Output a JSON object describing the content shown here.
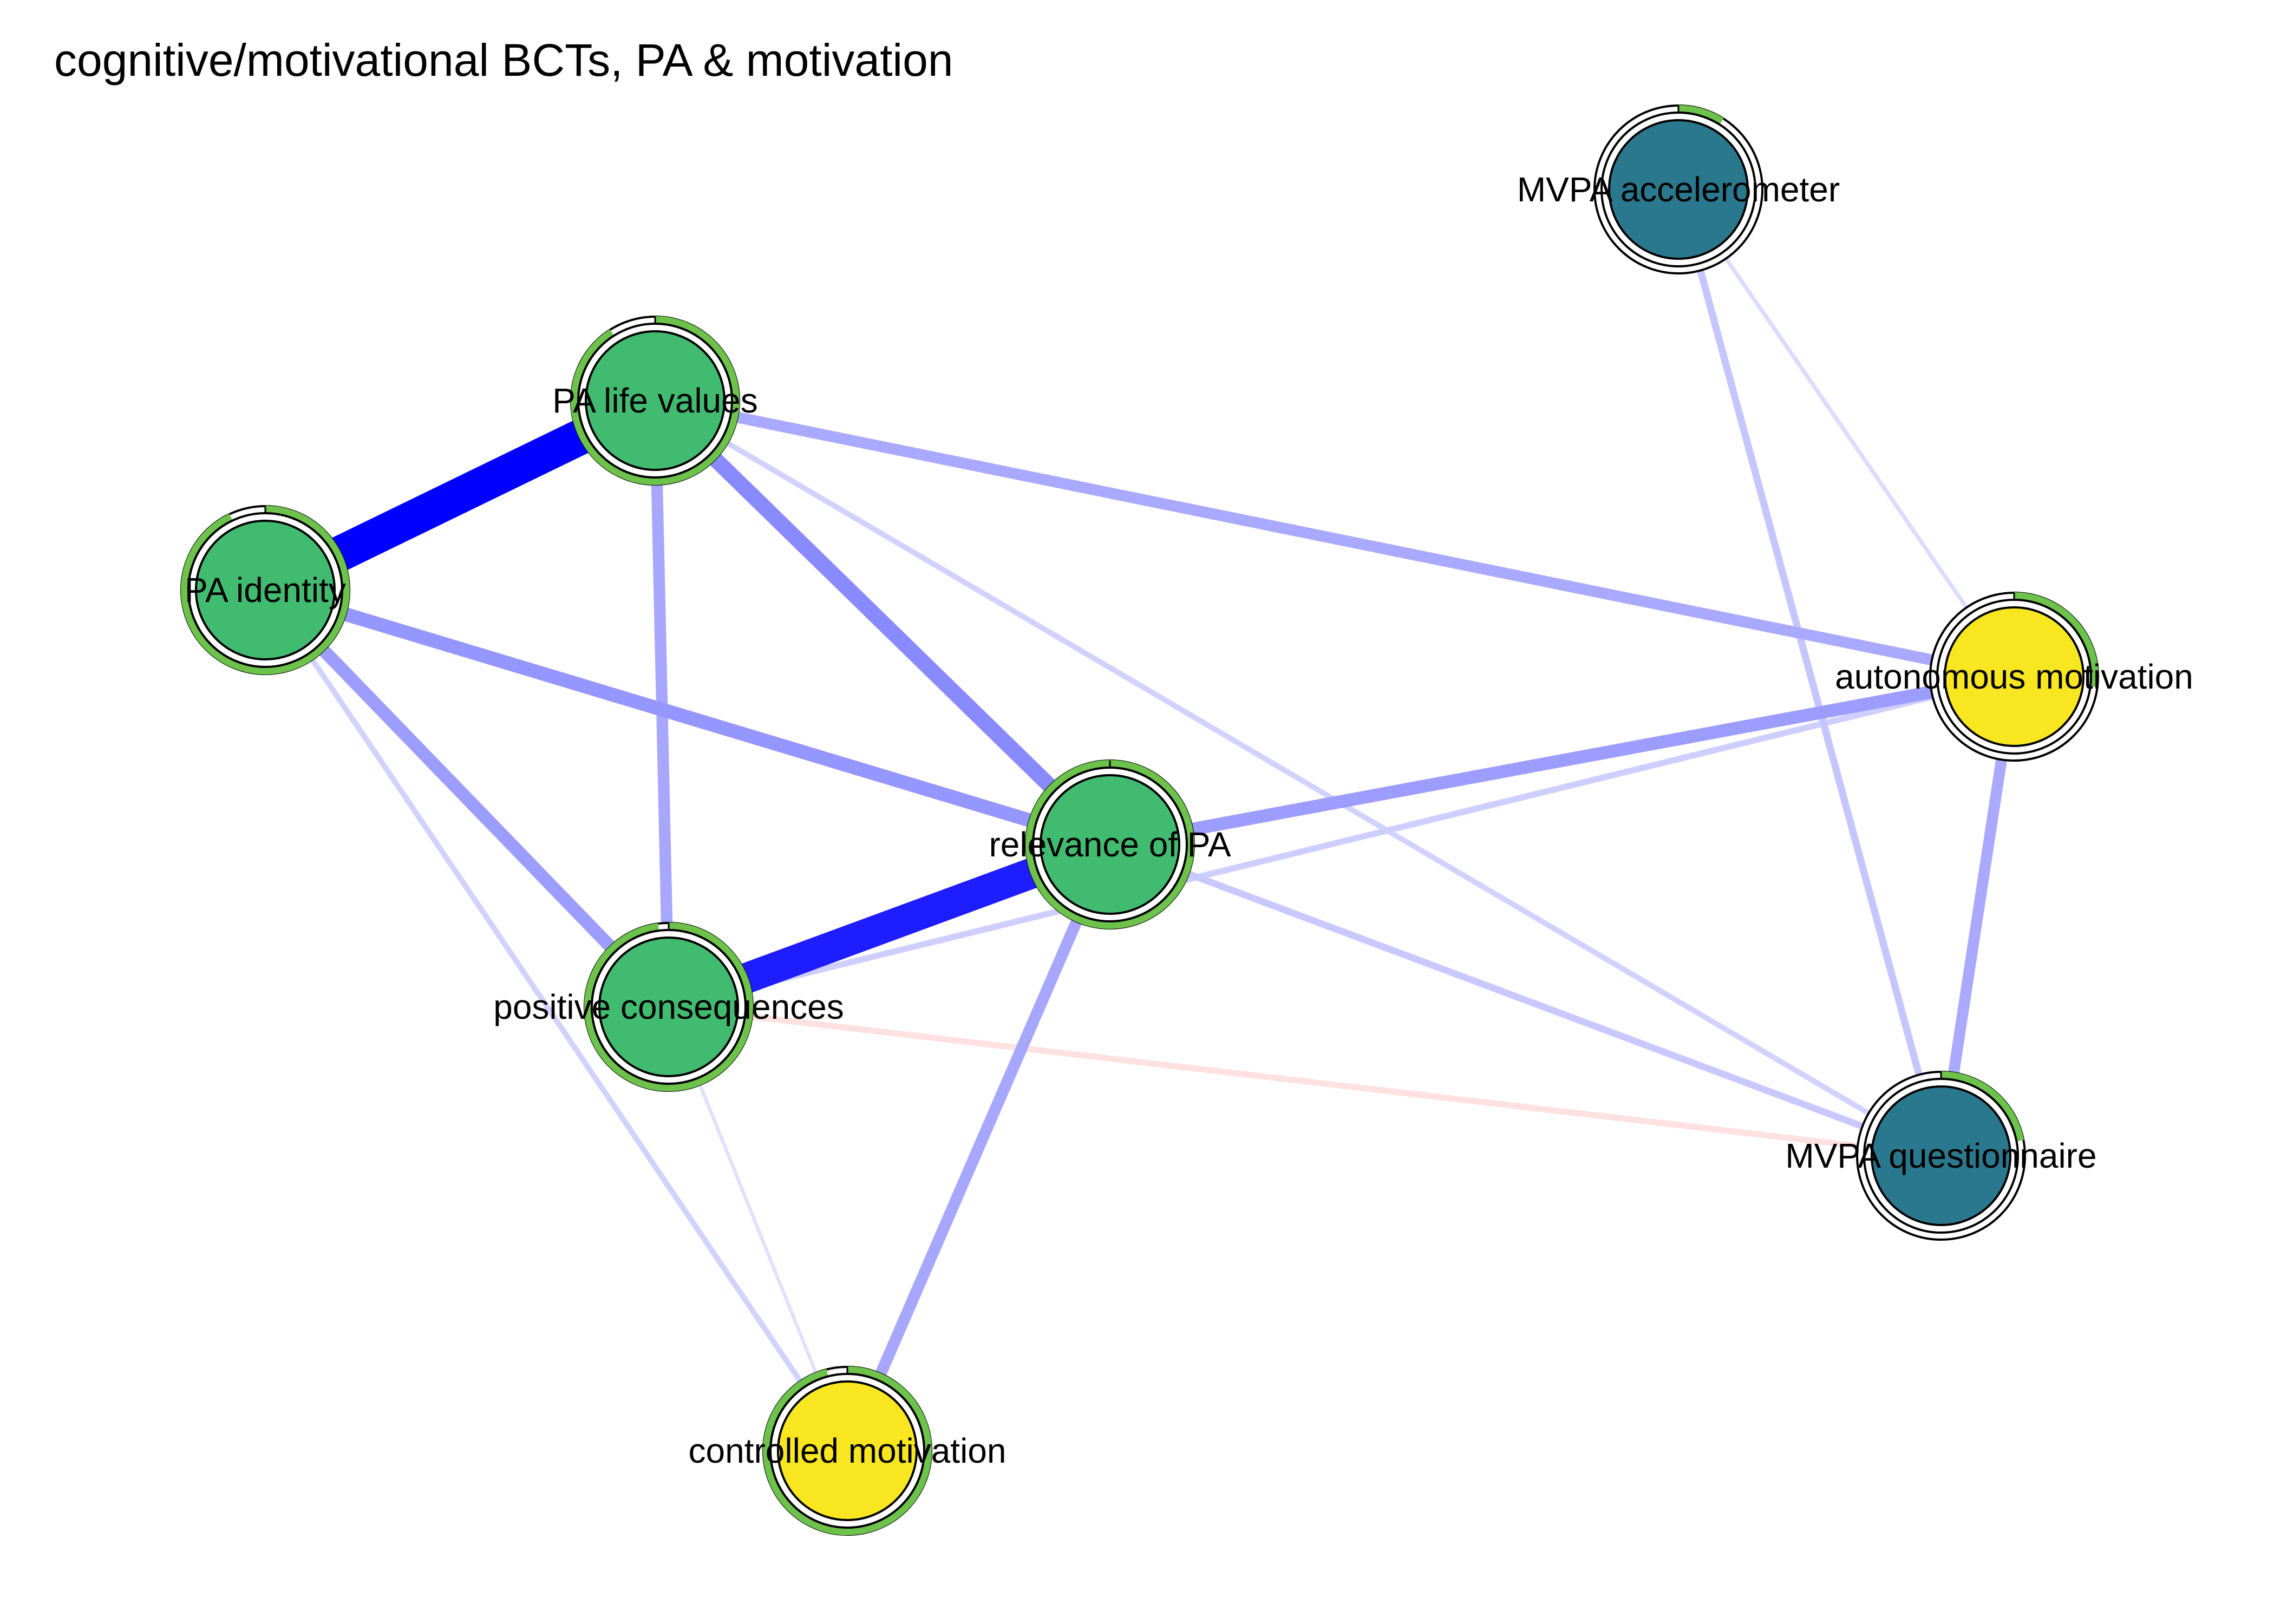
{
  "title": "cognitive/motivational BCTs, PA & motivation",
  "pie_color": "#6cc24a",
  "edge_colors": {
    "positive": "#0000ff",
    "negative": "#ff6666"
  },
  "nodes": [
    {
      "id": "pa-life-values",
      "label": "PA life values",
      "color": "#41bb70",
      "pie": 0.91
    },
    {
      "id": "pa-identity",
      "label": "PA identity",
      "color": "#41bb70",
      "pie": 0.93
    },
    {
      "id": "relevance-of-pa",
      "label": "relevance of PA",
      "color": "#41bb70",
      "pie": 1.0
    },
    {
      "id": "positive-consequences",
      "label": "positive consequences",
      "color": "#41bb70",
      "pie": 0.98
    },
    {
      "id": "controlled-motivation",
      "label": "controlled motivation",
      "color": "#f8e621",
      "pie": 0.96
    },
    {
      "id": "autonomous-motivation",
      "label": "autonomous motivation",
      "color": "#f8e621",
      "pie": 0.27
    },
    {
      "id": "mvpa-accelerometer",
      "label": "MVPA accelerometer",
      "color": "#2a788e",
      "pie": 0.09
    },
    {
      "id": "mvpa-questionnaire",
      "label": "MVPA questionnaire",
      "color": "#2a788e",
      "pie": 0.22
    }
  ],
  "edges": [
    {
      "from": "pa-life-values",
      "to": "pa-identity",
      "weight": 1.0,
      "sign": "positive"
    },
    {
      "from": "relevance-of-pa",
      "to": "positive-consequences",
      "weight": 0.85,
      "sign": "positive"
    },
    {
      "from": "pa-life-values",
      "to": "relevance-of-pa",
      "weight": 0.4,
      "sign": "positive"
    },
    {
      "from": "pa-identity",
      "to": "relevance-of-pa",
      "weight": 0.35,
      "sign": "positive"
    },
    {
      "from": "pa-identity",
      "to": "positive-consequences",
      "weight": 0.32,
      "sign": "positive"
    },
    {
      "from": "relevance-of-pa",
      "to": "autonomous-motivation",
      "weight": 0.32,
      "sign": "positive"
    },
    {
      "from": "pa-life-values",
      "to": "positive-consequences",
      "weight": 0.28,
      "sign": "positive"
    },
    {
      "from": "relevance-of-pa",
      "to": "controlled-motivation",
      "weight": 0.28,
      "sign": "positive"
    },
    {
      "from": "pa-life-values",
      "to": "autonomous-motivation",
      "weight": 0.27,
      "sign": "positive"
    },
    {
      "from": "autonomous-motivation",
      "to": "mvpa-questionnaire",
      "weight": 0.27,
      "sign": "positive"
    },
    {
      "from": "mvpa-accelerometer",
      "to": "mvpa-questionnaire",
      "weight": 0.15,
      "sign": "positive"
    },
    {
      "from": "positive-consequences",
      "to": "mvpa-questionnaire",
      "weight": 0.12,
      "sign": "negative"
    },
    {
      "from": "relevance-of-pa",
      "to": "mvpa-questionnaire",
      "weight": 0.14,
      "sign": "positive"
    },
    {
      "from": "positive-consequences",
      "to": "autonomous-motivation",
      "weight": 0.12,
      "sign": "positive"
    },
    {
      "from": "pa-life-values",
      "to": "mvpa-questionnaire",
      "weight": 0.1,
      "sign": "positive"
    },
    {
      "from": "pa-identity",
      "to": "controlled-motivation",
      "weight": 0.1,
      "sign": "positive"
    },
    {
      "from": "pa-identity",
      "to": "relevance-of-pa",
      "weight": 0.08,
      "sign": "positive"
    },
    {
      "from": "mvpa-accelerometer",
      "to": "autonomous-motivation",
      "weight": 0.06,
      "sign": "positive"
    },
    {
      "from": "positive-consequences",
      "to": "controlled-motivation",
      "weight": 0.04,
      "sign": "positive"
    }
  ]
}
